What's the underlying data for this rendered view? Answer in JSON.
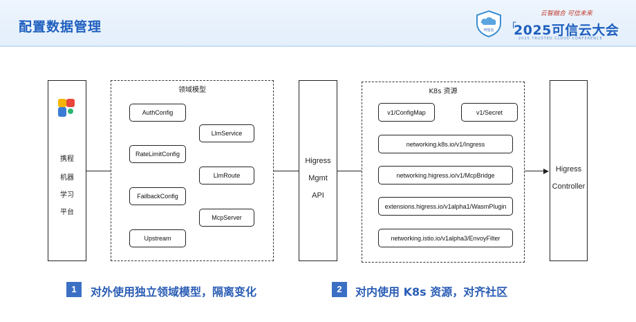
{
  "header": {
    "title": "配置数据管理",
    "conference": {
      "slogan": "云智融合 可信未来",
      "name": "2025可信云大会",
      "english": "2025 TRUSTED CLOUD CONFERENCE",
      "logo_text": "可信云",
      "bracket": "「"
    }
  },
  "diagram": {
    "platform": {
      "icon": "ctrip-logo-icon",
      "lines": [
        "携程",
        "机器",
        "学习",
        "平台"
      ]
    },
    "domain_model": {
      "label": "领域模型",
      "left_items": [
        "AuthConfig",
        "RateLimitConfig",
        "FailbackConfig",
        "Upstream"
      ],
      "right_items": [
        "LlmService",
        "LlmRoute",
        "McpServer"
      ]
    },
    "api": {
      "lines": [
        "Higress",
        "Mgmt",
        "API"
      ]
    },
    "k8s": {
      "label": "K8s 资源",
      "top_items": [
        "v1/ConfigMap",
        "v1/Secret"
      ],
      "items": [
        "networking.k8s.io/v1/Ingress",
        "networking.higress.io/v1/McpBridge",
        "extensions.higress.io/v1alpha1/WasmPlugin",
        "networking.istio.io/v1alpha3/EnvoyFilter"
      ]
    },
    "controller": {
      "lines": [
        "Higress",
        "Controller"
      ]
    }
  },
  "points": [
    {
      "num": "1",
      "text": "对外使用独立领域模型，隔离变化"
    },
    {
      "num": "2",
      "text": "对内使用 K8s 资源，对齐社区"
    }
  ],
  "colors": {
    "accent": "#1f5fbf",
    "badge": "#3b6fc4",
    "point_text": "#2a5db5"
  }
}
